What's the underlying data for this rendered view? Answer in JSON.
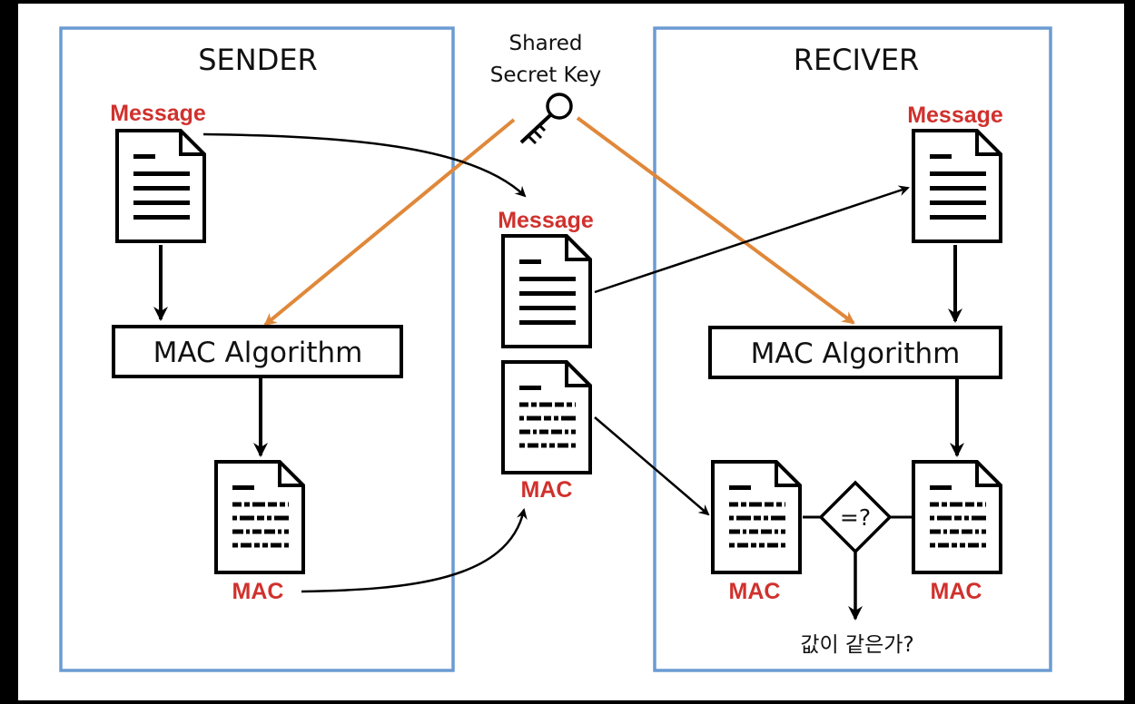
{
  "sender": {
    "title": "SENDER",
    "message_label": "Message",
    "algorithm_label": "MAC Algorithm",
    "mac_label": "MAC"
  },
  "key": {
    "line1": "Shared",
    "line2": "Secret Key"
  },
  "channel": {
    "message_label": "Message",
    "mac_label": "MAC"
  },
  "receiver": {
    "title": "RECIVER",
    "message_label": "Message",
    "algorithm_label": "MAC Algorithm",
    "mac_label_left": "MAC",
    "mac_label_right": "MAC",
    "compare_label": "=?",
    "question": "값이 같은가?"
  },
  "colors": {
    "panel_border": "#6b9bd2",
    "key_line": "#e0883a",
    "label_red": "#d0312d",
    "frame": "#000000"
  }
}
